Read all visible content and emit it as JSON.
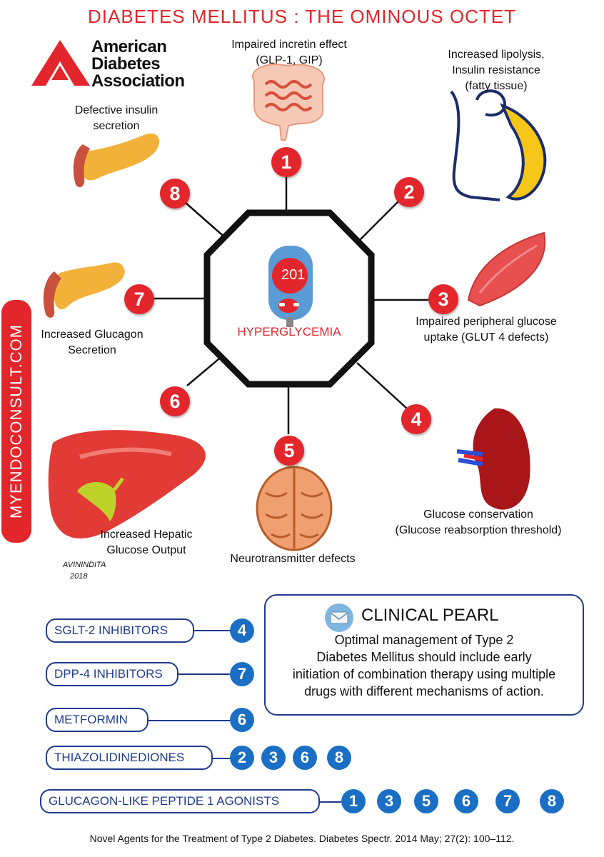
{
  "title": "DIABETES MELLITUS : THE OMINOUS OCTET",
  "logo": {
    "icon": "ada-triangle-logo",
    "line1": "American",
    "line2": "Diabetes",
    "line3": "Association"
  },
  "side_banner": "MYENDOCONSULT.COM",
  "center": {
    "reading": "201",
    "label": "HYPERGLYCEMIA"
  },
  "octet": [
    {
      "number": "1",
      "icon": "intestine-icon",
      "label_lines": [
        "Impaired incretin effect",
        "(GLP-1, GIP)"
      ]
    },
    {
      "number": "2",
      "icon": "fatty-tissue-icon",
      "label_lines": [
        "Increased lipolysis,",
        "Insulin resistance",
        "(fatty tissue)"
      ]
    },
    {
      "number": "3",
      "icon": "muscle-icon",
      "label_lines": [
        "Impaired peripheral glucose",
        "uptake (GLUT 4 defects)"
      ]
    },
    {
      "number": "4",
      "icon": "kidney-icon",
      "label_lines": [
        "Glucose conservation",
        "(Glucose reabsorption threshold)"
      ]
    },
    {
      "number": "5",
      "icon": "brain-icon",
      "label_lines": [
        "Neurotransmitter defects"
      ]
    },
    {
      "number": "6",
      "icon": "liver-icon",
      "label_lines": [
        "Increased Hepatic",
        "Glucose Output"
      ]
    },
    {
      "number": "7",
      "icon": "pancreas-icon",
      "label_lines": [
        "Increased Glucagon",
        "Secretion"
      ]
    },
    {
      "number": "8",
      "icon": "pancreas-icon",
      "label_lines": [
        "Defective insulin",
        "secretion"
      ]
    }
  ],
  "signature": {
    "line1": "AVININDITA",
    "line2": "2018"
  },
  "drugs": [
    {
      "name": "SGLT-2 INHIBITORS",
      "targets": [
        "4"
      ]
    },
    {
      "name": "DPP-4 INHIBITORS",
      "targets": [
        "7"
      ]
    },
    {
      "name": "METFORMIN",
      "targets": [
        "6"
      ]
    },
    {
      "name": "THIAZOLIDINEDIONES",
      "targets": [
        "2",
        "3",
        "6",
        "8"
      ]
    },
    {
      "name": "GLUCAGON-LIKE PEPTIDE 1 AGONISTS",
      "targets": [
        "1",
        "3",
        "5",
        "6",
        "7",
        "8"
      ]
    }
  ],
  "pearl": {
    "icon": "envelope-icon",
    "title": "CLINICAL PEARL",
    "lines": [
      "Optimal management of Type 2",
      "Diabetes Mellitus should include early",
      "initiation of combination therapy using multiple",
      "drugs with different mechanisms of action."
    ]
  },
  "footer": "Novel Agents for the Treatment of Type 2 Diabetes. Diabetes Spectr. 2014 May; 27(2): 100–112.",
  "colors": {
    "accent_red": "#e3262b",
    "drug_blue": "#1f3b8c",
    "number_blue": "#1a6fc4"
  }
}
